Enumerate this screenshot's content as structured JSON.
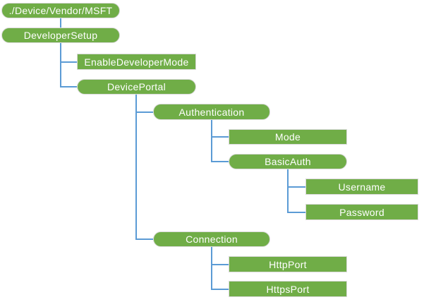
{
  "diagram": {
    "type": "tree",
    "description_colors": {
      "node_fill": "#70AD47",
      "node_border": "#D9D9D9",
      "connector": "#5B9BD5",
      "text": "#FFFFFF",
      "background": "#FFFFFF"
    },
    "nodes": [
      {
        "id": "root",
        "label": "./Device/Vendor/MSFT",
        "shape": "rounded",
        "parent": null
      },
      {
        "id": "developer-setup",
        "label": "DeveloperSetup",
        "shape": "rounded",
        "parent": "root"
      },
      {
        "id": "enable-developer-mode",
        "label": "EnableDeveloperMode",
        "shape": "rect",
        "parent": "developer-setup"
      },
      {
        "id": "device-portal",
        "label": "DevicePortal",
        "shape": "rounded",
        "parent": "developer-setup"
      },
      {
        "id": "authentication",
        "label": "Authentication",
        "shape": "rounded",
        "parent": "device-portal"
      },
      {
        "id": "mode",
        "label": "Mode",
        "shape": "rect",
        "parent": "authentication"
      },
      {
        "id": "basic-auth",
        "label": "BasicAuth",
        "shape": "rounded",
        "parent": "authentication"
      },
      {
        "id": "username",
        "label": "Username",
        "shape": "rect",
        "parent": "basic-auth"
      },
      {
        "id": "password",
        "label": "Password",
        "shape": "rect",
        "parent": "basic-auth"
      },
      {
        "id": "connection",
        "label": "Connection",
        "shape": "rounded",
        "parent": "device-portal"
      },
      {
        "id": "http-port",
        "label": "HttpPort",
        "shape": "rect",
        "parent": "connection"
      },
      {
        "id": "https-port",
        "label": "HttpsPort",
        "shape": "rect",
        "parent": "connection"
      }
    ]
  }
}
